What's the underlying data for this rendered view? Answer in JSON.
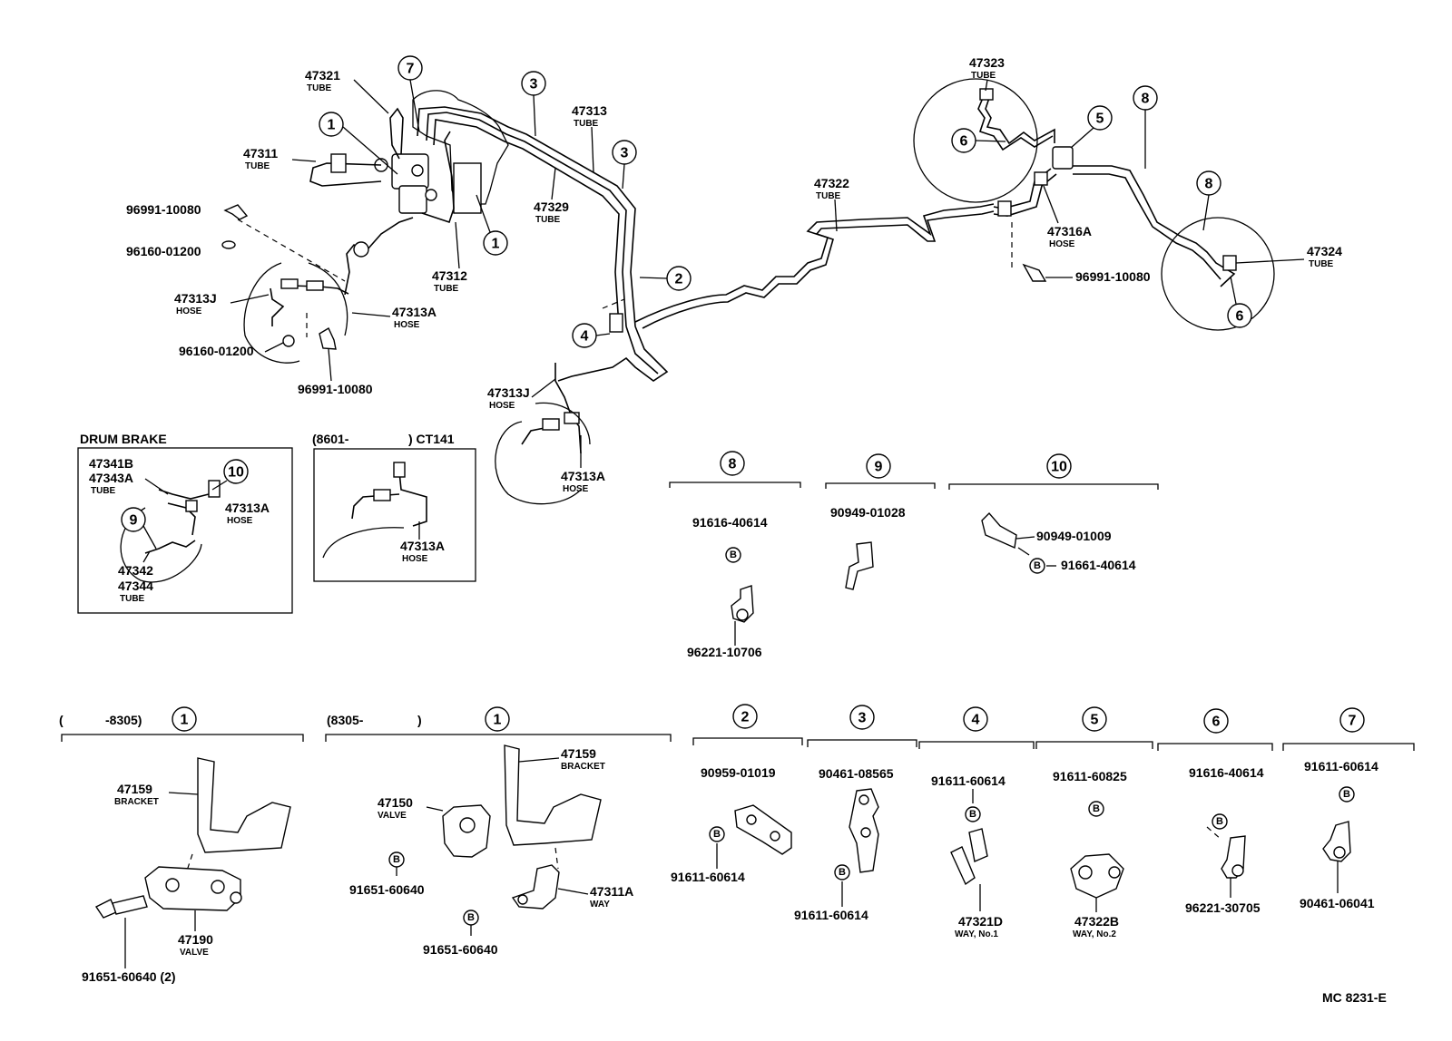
{
  "main": {
    "left": {
      "p47321": {
        "num": "47321",
        "sub": "TUBE"
      },
      "p47311": {
        "num": "47311",
        "sub": "TUBE"
      },
      "p96991a": {
        "num": "96991-10080"
      },
      "p96160a": {
        "num": "96160-01200"
      },
      "p47313j": {
        "num": "47313J",
        "sub": "HOSE"
      },
      "p96160b": {
        "num": "96160-01200"
      },
      "p96991b": {
        "num": "96991-10080"
      },
      "p47313a": {
        "num": "47313A",
        "sub": "HOSE"
      },
      "p47312": {
        "num": "47312",
        "sub": "TUBE"
      },
      "p47313": {
        "num": "47313",
        "sub": "TUBE"
      },
      "p47329": {
        "num": "47329",
        "sub": "TUBE"
      },
      "p47313j2": {
        "num": "47313J",
        "sub": "HOSE"
      },
      "p47313a2": {
        "num": "47313A",
        "sub": "HOSE"
      }
    },
    "right": {
      "p47322": {
        "num": "47322",
        "sub": "TUBE"
      },
      "p47323": {
        "num": "47323",
        "sub": "TUBE"
      },
      "p47316a": {
        "num": "47316A",
        "sub": "HOSE"
      },
      "p96991c": {
        "num": "96991-10080"
      },
      "p47324": {
        "num": "47324",
        "sub": "TUBE"
      }
    },
    "callouts": {
      "c7": "7",
      "c1a": "1",
      "c1b": "1",
      "c3a": "3",
      "c3b": "3",
      "c2": "2",
      "c4": "4",
      "c5": "5",
      "c6a": "6",
      "c6b": "6",
      "c8a": "8",
      "c8b": "8"
    }
  },
  "drum_brake": {
    "title": "DRUM BRAKE",
    "p47341b": "47341B",
    "p47343a": {
      "num": "47343A",
      "sub": "TUBE"
    },
    "p47313a": {
      "num": "47313A",
      "sub": "HOSE"
    },
    "p47342": "47342",
    "p47344": {
      "num": "47344",
      "sub": "TUBE"
    },
    "c10": "10",
    "c9": "9"
  },
  "ct141": {
    "title_left": "(8601-",
    "title_right": ") CT141",
    "p47313a": {
      "num": "47313A",
      "sub": "HOSE"
    }
  },
  "detail_8": {
    "num": "8",
    "p1": "91616-40614",
    "b": "B",
    "p2": "96221-10706"
  },
  "detail_9": {
    "num": "9",
    "p1": "90949-01028"
  },
  "detail_10": {
    "num": "10",
    "p1": "90949-01009",
    "b": "B",
    "p2": "91661-40614"
  },
  "detail_1a": {
    "num": "1",
    "range_left": "(",
    "range_right": "-8305)",
    "bracket": {
      "num": "47159",
      "sub": "BRACKET"
    },
    "valve": {
      "num": "47190",
      "sub": "VALVE"
    },
    "bolt": "91651-60640 (2)"
  },
  "detail_1b": {
    "num": "1",
    "range_left": "(8305-",
    "range_right": ")",
    "bracket": {
      "num": "47159",
      "sub": "BRACKET"
    },
    "valve": {
      "num": "47150",
      "sub": "VALVE"
    },
    "b": "B",
    "bolt1": "91651-60640",
    "bolt2": "91651-60640",
    "way": {
      "num": "47311A",
      "sub": "WAY"
    }
  },
  "detail_2": {
    "num": "2",
    "p1": "90959-01019",
    "b": "B",
    "p2": "91611-60614"
  },
  "detail_3": {
    "num": "3",
    "p1": "90461-08565",
    "b": "B",
    "p2": "91611-60614"
  },
  "detail_4": {
    "num": "4",
    "p1": "91611-60614",
    "b": "B",
    "p2": {
      "num": "47321D",
      "sub": "WAY, No.1"
    }
  },
  "detail_5": {
    "num": "5",
    "p1": "91611-60825",
    "b": "B",
    "p2": {
      "num": "47322B",
      "sub": "WAY, No.2"
    }
  },
  "detail_6": {
    "num": "6",
    "p1": "91616-40614",
    "b": "B",
    "p2": "96221-30705"
  },
  "detail_7": {
    "num": "7",
    "p1": "91611-60614",
    "b": "B",
    "p2": "90461-06041"
  },
  "footer": {
    "code": "MC 8231-E"
  }
}
